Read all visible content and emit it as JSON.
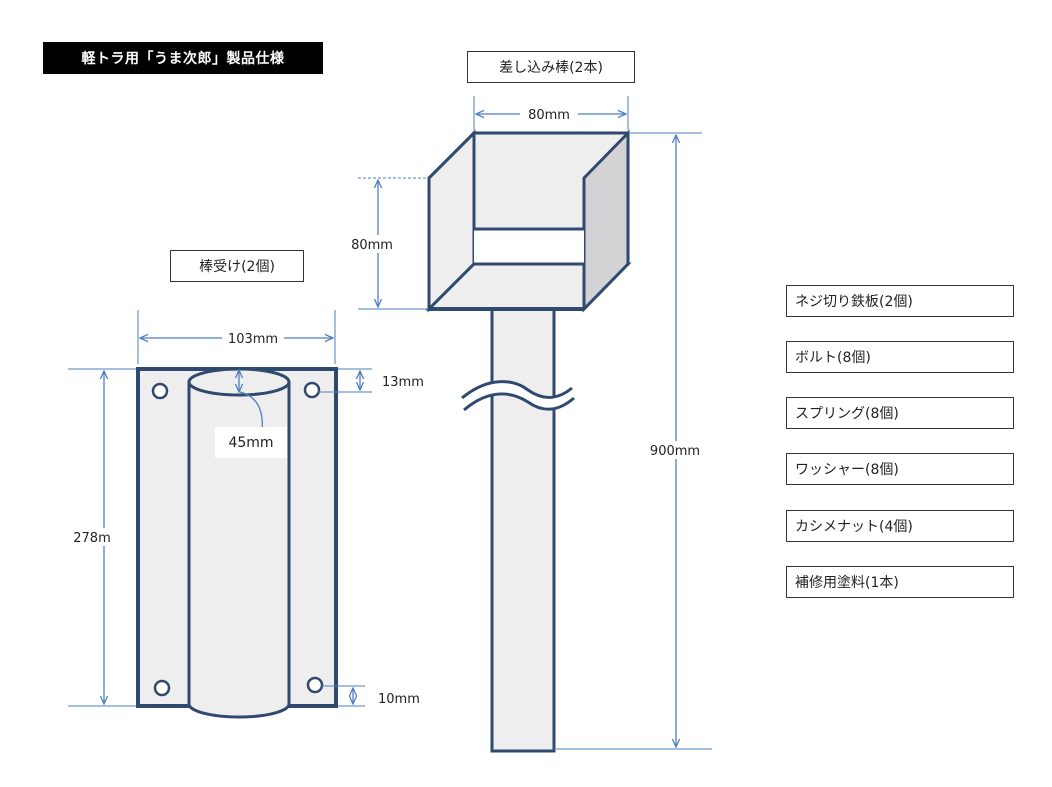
{
  "title": "軽トラ用「うま次郎」製品仕様",
  "insert_rod": {
    "label": "差し込み棒(2本)",
    "dim_width": "80mm",
    "dim_height": "80mm",
    "dim_length": "900mm"
  },
  "rod_holder": {
    "label": "棒受け(2個)",
    "dim_width": "103mm",
    "dim_height": "278m",
    "dim_top_margin": "13mm",
    "dim_bottom_margin": "10mm",
    "dim_pipe_diameter": "45mm"
  },
  "parts": [
    "ネジ切り鉄板(2個)",
    "ボルト(8個)",
    "スプリング(8個)",
    "ワッシャー(8個)",
    "カシメナット(4個)",
    "補修用塗料(1本)"
  ],
  "colors": {
    "outline": "#2f4a6e",
    "fill": "#eeeeef",
    "side_fill": "#d3d3d5",
    "dim_line": "#4f7fbf"
  }
}
